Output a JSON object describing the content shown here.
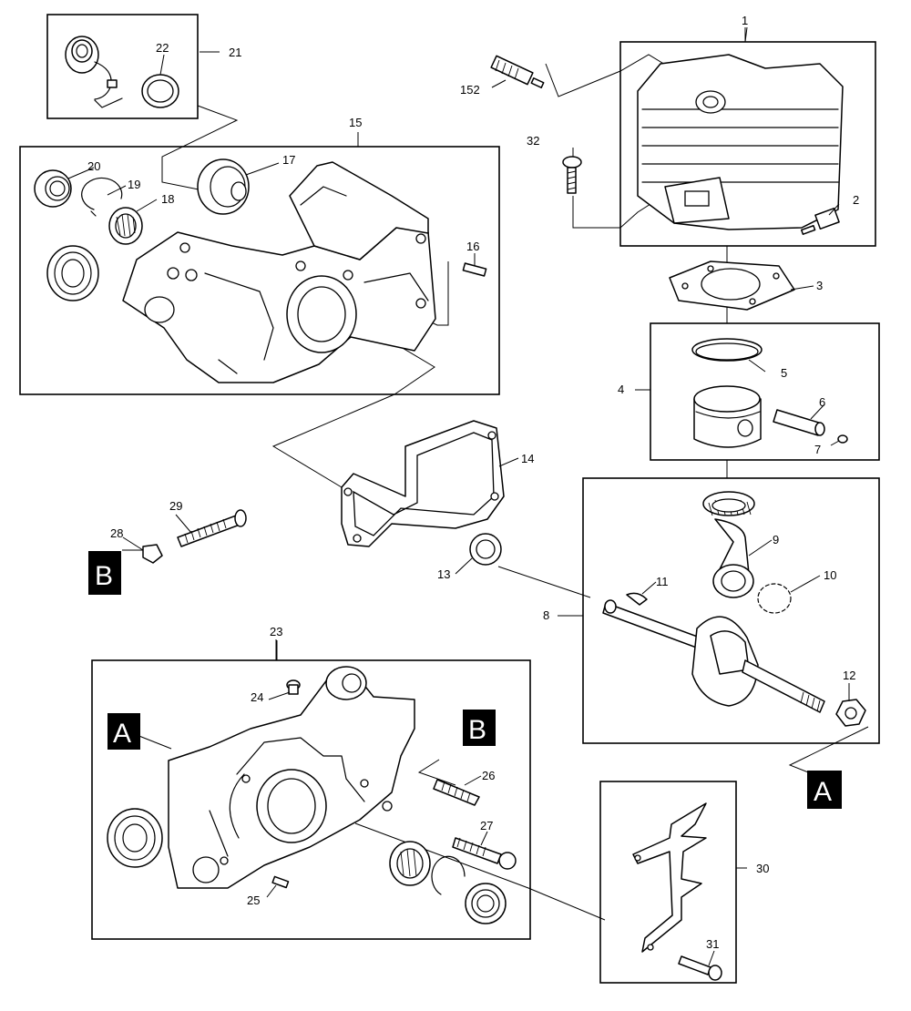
{
  "part_numbers": {
    "p1": "1",
    "p2": "2",
    "p3": "3",
    "p4": "4",
    "p5": "5",
    "p6": "6",
    "p7": "7",
    "p8": "8",
    "p9": "9",
    "p10": "10",
    "p11": "11",
    "p12": "12",
    "p13": "13",
    "p14": "14",
    "p15": "15",
    "p16": "16",
    "p17": "17",
    "p18": "18",
    "p19": "19",
    "p20": "20",
    "p21": "21",
    "p22": "22",
    "p23": "23",
    "p24": "24",
    "p25": "25",
    "p26": "26",
    "p27": "27",
    "p28": "28",
    "p29": "29",
    "p30": "30",
    "p31": "31",
    "p32": "32",
    "p152": "152"
  },
  "reference_marks": {
    "a": "A",
    "b": "B"
  }
}
